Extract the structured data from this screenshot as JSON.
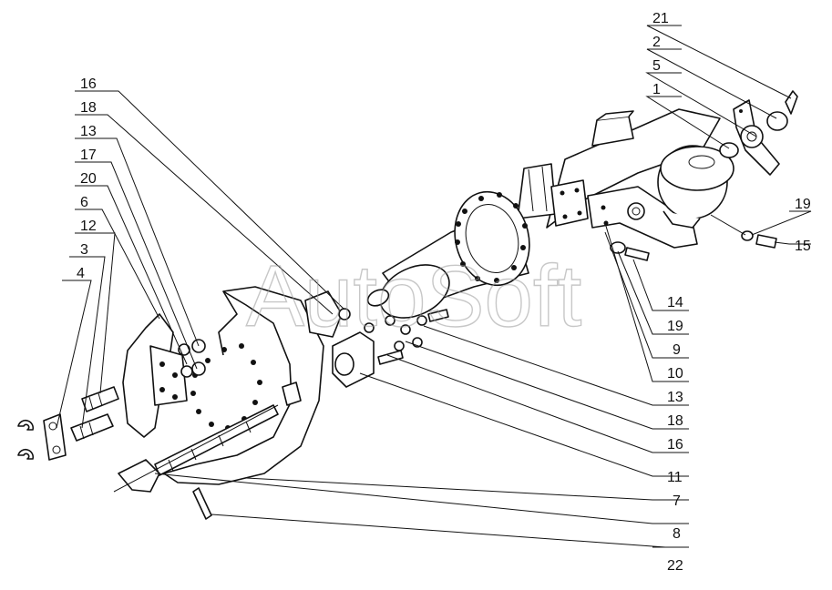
{
  "watermark": "AutoSoft",
  "callouts_left": [
    "16",
    "18",
    "13",
    "17",
    "20",
    "6",
    "12",
    "3",
    "4"
  ],
  "callouts_top_right": [
    "21",
    "2",
    "5",
    "1"
  ],
  "callouts_right_upper": [
    "19",
    "15"
  ],
  "callouts_right_column": [
    "14",
    "19",
    "9",
    "10",
    "13",
    "18",
    "16",
    "11",
    "7",
    "8",
    "22"
  ]
}
